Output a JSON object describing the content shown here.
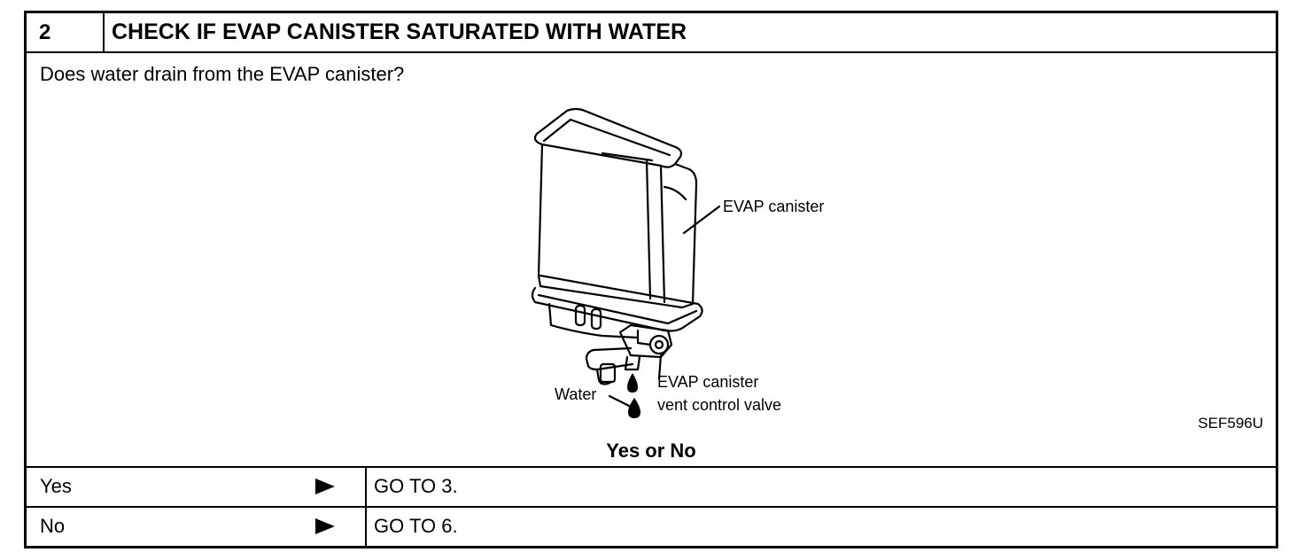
{
  "step": {
    "number": "2",
    "title": "CHECK IF EVAP CANISTER SATURATED WITH WATER"
  },
  "question": "Does water drain from the EVAP canister?",
  "figure": {
    "labels": {
      "canister": "EVAP canister",
      "water": "Water",
      "valve_line1": "EVAP canister",
      "valve_line2": "vent control valve"
    },
    "figure_id": "SEF596U"
  },
  "decision_label": "Yes or No",
  "answers": [
    {
      "answer": "Yes",
      "action": "GO TO 3."
    },
    {
      "answer": "No",
      "action": "GO TO 6."
    }
  ]
}
